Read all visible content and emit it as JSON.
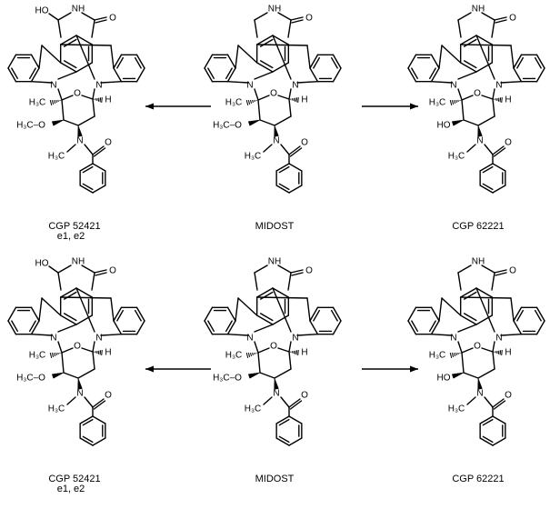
{
  "scheme": {
    "rows": [
      {
        "row": "top",
        "left": {
          "name": "CGP 52421",
          "sub": "e1, e2",
          "variant": "oh-lactam"
        },
        "center": {
          "name": "MIDOST",
          "sub": "",
          "variant": "parent"
        },
        "right": {
          "name": "CGP 62221",
          "sub": "",
          "variant": "o-demethyl"
        }
      },
      {
        "row": "bottom",
        "left": {
          "name": "CGP 52421",
          "sub": "e1, e2",
          "variant": "oh-lactam"
        },
        "center": {
          "name": "MIDOST",
          "sub": "",
          "variant": "parent"
        },
        "right": {
          "name": "CGP 62221",
          "sub": "",
          "variant": "o-demethyl"
        }
      }
    ],
    "atoms": {
      "lactam_nh": "NH",
      "lactam_n": "N",
      "lactam_o": "O",
      "oh_on_lactam": "HO",
      "indole_n": "N",
      "ring_o": "O",
      "h_stereo": "H",
      "methyl": "H₃C",
      "methoxy": "H₃C–O",
      "hydroxy": "HO",
      "amide_n": "N",
      "amide_o": "O",
      "n_methyl": "H₃C"
    },
    "arrows": [
      {
        "row": "top",
        "direction": "left"
      },
      {
        "row": "top",
        "direction": "right"
      },
      {
        "row": "bottom",
        "direction": "left"
      },
      {
        "row": "bottom",
        "direction": "right"
      }
    ]
  }
}
